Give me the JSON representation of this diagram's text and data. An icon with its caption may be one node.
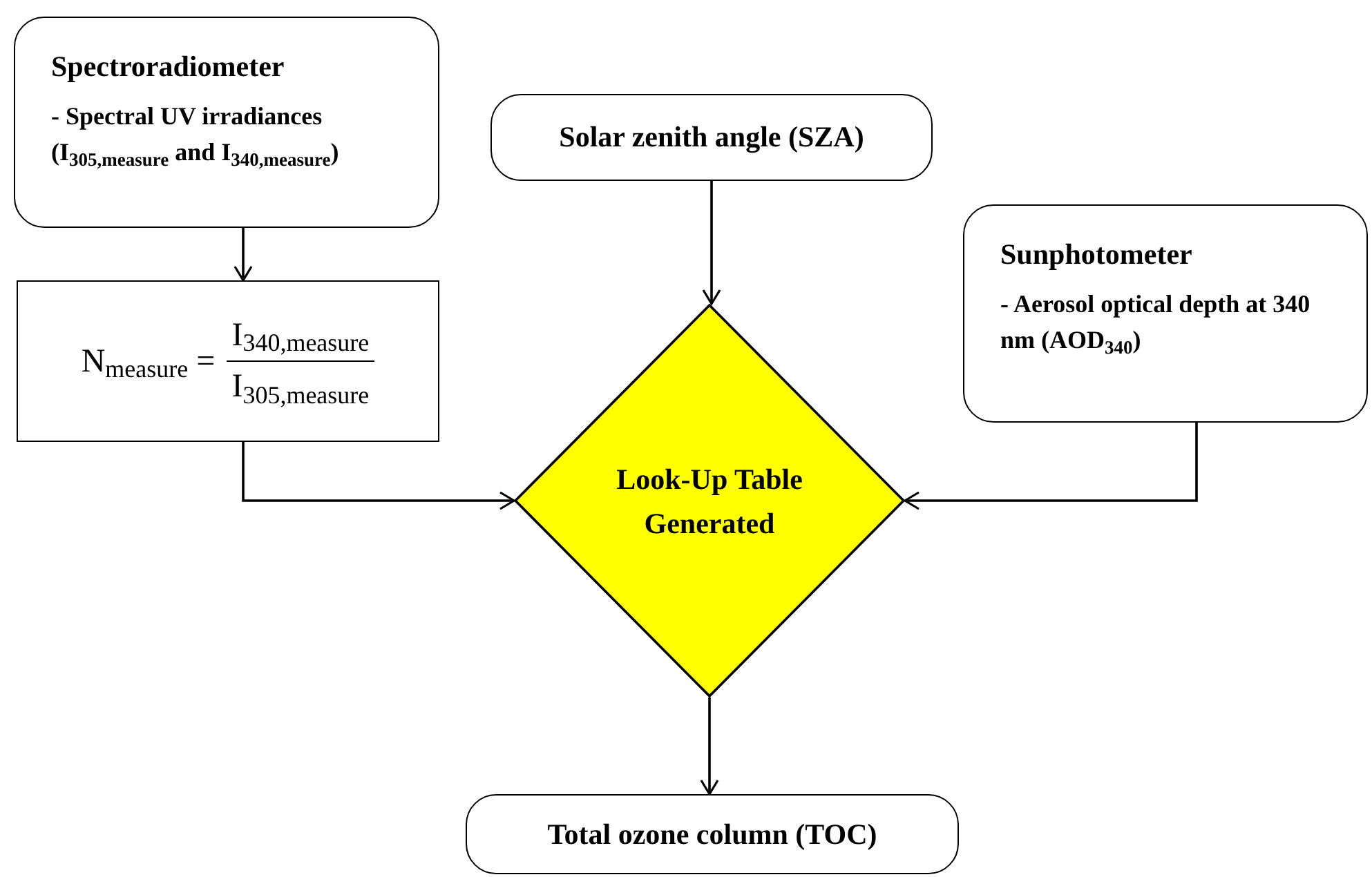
{
  "diagram": {
    "nodes": [
      {
        "text": [
          "Spectroradiometer",
          "- Spectral UV irradiances (I$_{305,measure}$ and I$_{340,measure}$)"
        ]
      },
      {
        "text": [
          "Solar zenith angle (SZA)"
        ]
      },
      {
        "text": [
          "Sunphotometer",
          "- Aerosol optical depth at 340 nm (AOD$_{340}$)"
        ]
      },
      {
        "text": [
          "N$_{measure}$ =",
          "I$_{340,measure}$",
          "I$_{305,measure}$"
        ]
      },
      {
        "text": [
          "Look-Up Table Generated"
        ]
      },
      {
        "text": [
          "Total ozone column (TOC)"
        ]
      }
    ],
    "edges": [
      {
        "from": 0,
        "to": 3,
        "arrow": "to"
      },
      {
        "from": 1,
        "to": 4,
        "arrow": "to"
      },
      {
        "from": 3,
        "to": 4,
        "arrow": "to"
      },
      {
        "from": 2,
        "to": 4,
        "arrow": "to"
      },
      {
        "from": 4,
        "to": 5,
        "arrow": "to"
      }
    ]
  }
}
